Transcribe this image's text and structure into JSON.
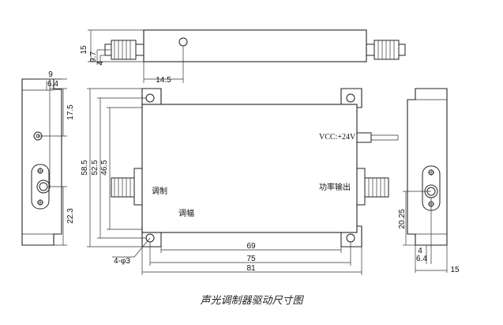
{
  "labels": {
    "vcc": "VCC:+24V",
    "input_label": "调制",
    "amplitude_label": "调幅",
    "output_label": "功率输出",
    "hole_spec": "4-φ3"
  },
  "dimensions": {
    "top_height": "15",
    "top_offset_a": "9.7",
    "top_offset_b": "4",
    "top_hole_pos": "14.5",
    "left_width": "9",
    "left_inner": "6.4",
    "left_top": "17.5",
    "left_bottom": "22.3",
    "height_outer": "58.5",
    "height_mid": "52.5",
    "height_inner": "46.5",
    "len_inner": "69",
    "len_mid": "75",
    "len_outer": "81",
    "right_height": "20.25",
    "right_a": "4",
    "right_b": "6.4",
    "right_width": "15"
  },
  "caption": "声光调制器驱动尺寸图"
}
